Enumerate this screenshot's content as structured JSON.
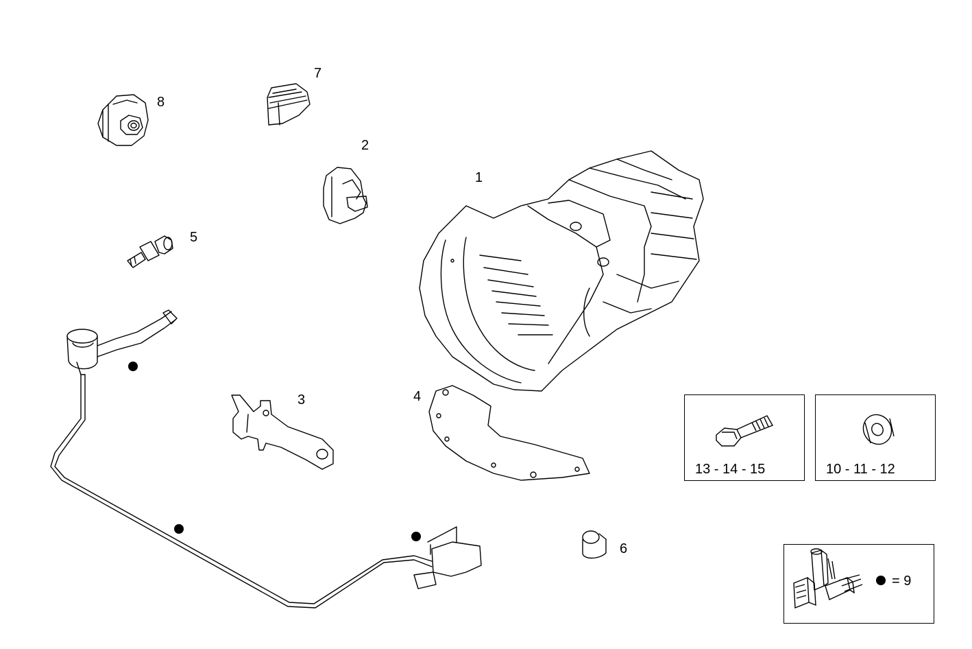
{
  "callouts": {
    "c1": "1",
    "c2": "2",
    "c3": "3",
    "c4": "4",
    "c5": "5",
    "c6": "6",
    "c7": "7",
    "c8": "8"
  },
  "legend": {
    "bolt_box_label": "13 - 14 - 15",
    "washer_box_label": "10 - 11 - 12",
    "sealant_equals": "= 9"
  }
}
